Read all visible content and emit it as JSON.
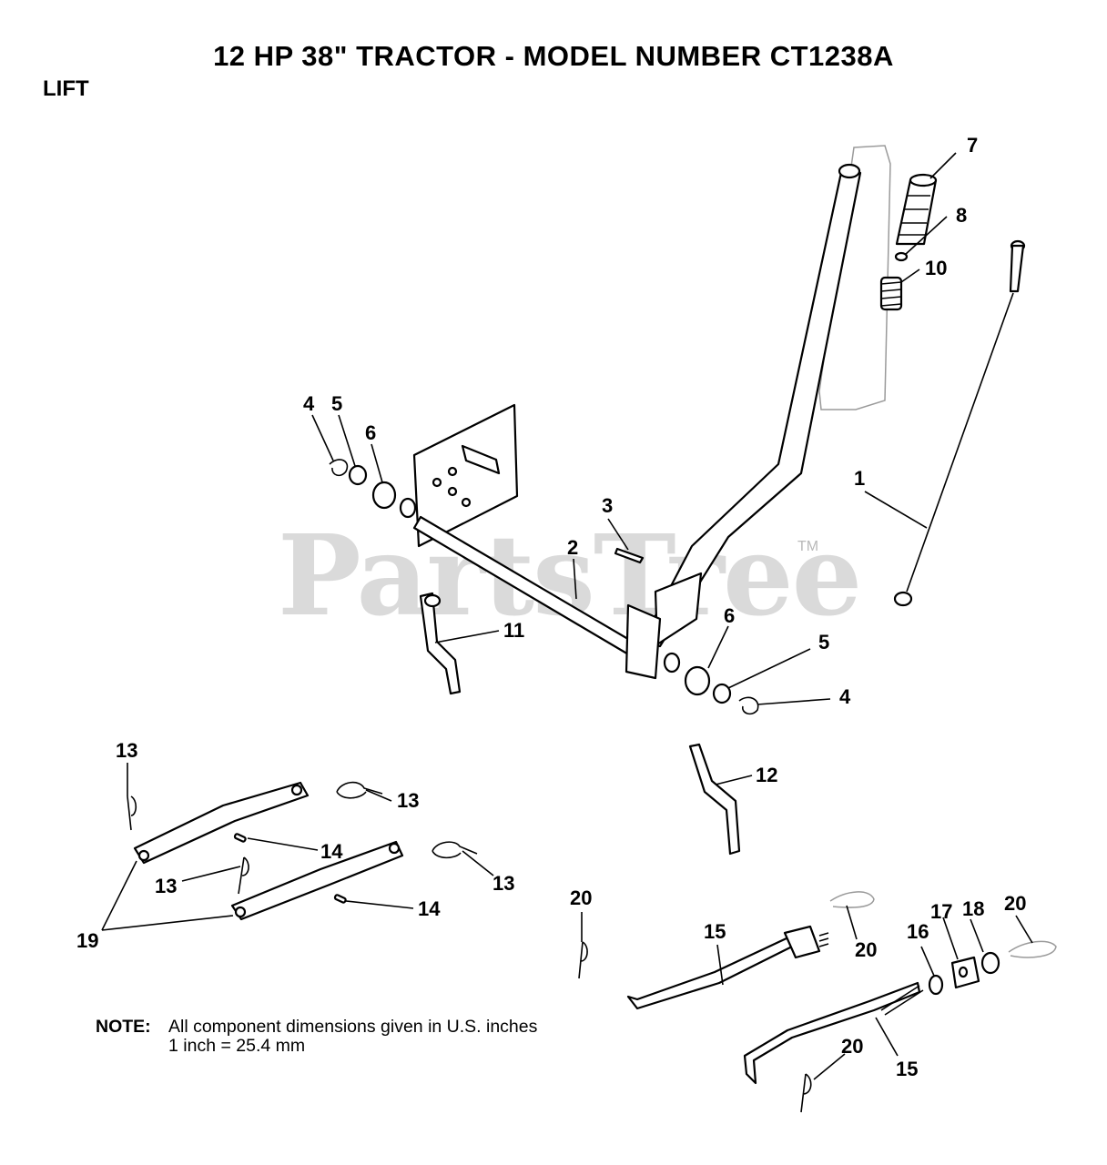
{
  "title": "12 HP 38\" TRACTOR - MODEL NUMBER CT1238A",
  "section": "LIFT",
  "watermark": "PartsTree",
  "trademark": "TM",
  "note": {
    "label": "NOTE:",
    "line1": "All component dimensions given in U.S. inches",
    "line2": "1 inch = 25.4 mm"
  },
  "callouts": {
    "c1": "1",
    "c2": "2",
    "c3": "3",
    "c4a": "4",
    "c4b": "4",
    "c5a": "5",
    "c5b": "5",
    "c6a": "6",
    "c6b": "6",
    "c7": "7",
    "c8": "8",
    "c10": "10",
    "c11": "11",
    "c12": "12",
    "c13a": "13",
    "c13b": "13",
    "c13c": "13",
    "c13d": "13",
    "c14a": "14",
    "c14b": "14",
    "c15a": "15",
    "c15b": "15",
    "c16": "16",
    "c17": "17",
    "c18": "18",
    "c19": "19",
    "c20a": "20",
    "c20b": "20",
    "c20c": "20",
    "c20d": "20"
  }
}
